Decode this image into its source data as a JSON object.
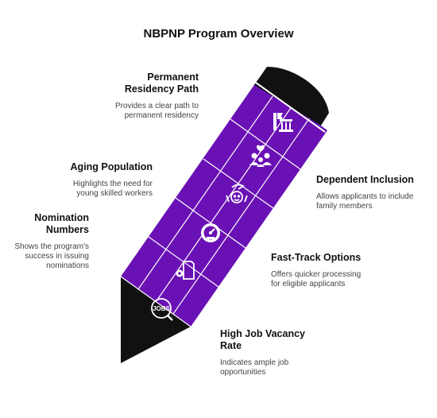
{
  "title": "NBPNP Program Overview",
  "colors": {
    "purple": "#6a11b5",
    "tip": "#111111",
    "cap": "#111111",
    "grid": "#ffffff",
    "icon": "#ffffff"
  },
  "callouts": [
    {
      "title_lines": [
        "Permanent",
        "Residency Path"
      ],
      "desc_lines": [
        "Provides a clear path to",
        "permanent residency"
      ]
    },
    {
      "title_lines": [
        "Aging Population"
      ],
      "desc_lines": [
        "Highlights the need for",
        "young skilled workers"
      ]
    },
    {
      "title_lines": [
        "Nomination",
        "Numbers"
      ],
      "desc_lines": [
        "Shows the program's",
        "success in issuing",
        "nominations"
      ]
    },
    {
      "title_lines": [
        "Dependent Inclusion"
      ],
      "desc_lines": [
        "Allows applicants to include",
        "family members"
      ]
    },
    {
      "title_lines": [
        "Fast-Track Options"
      ],
      "desc_lines": [
        "Offers quicker processing",
        "for eligible applicants"
      ]
    },
    {
      "title_lines": [
        "High Job Vacancy",
        "Rate"
      ],
      "desc_lines": [
        "Indicates ample job",
        "opportunities"
      ]
    }
  ],
  "icons": [
    "building-flag-icon",
    "family-icon",
    "hand-care-icon",
    "speedometer-icon",
    "document-gear-icon",
    "jobs-search-icon"
  ],
  "jobs_icon_text": "JOBS"
}
